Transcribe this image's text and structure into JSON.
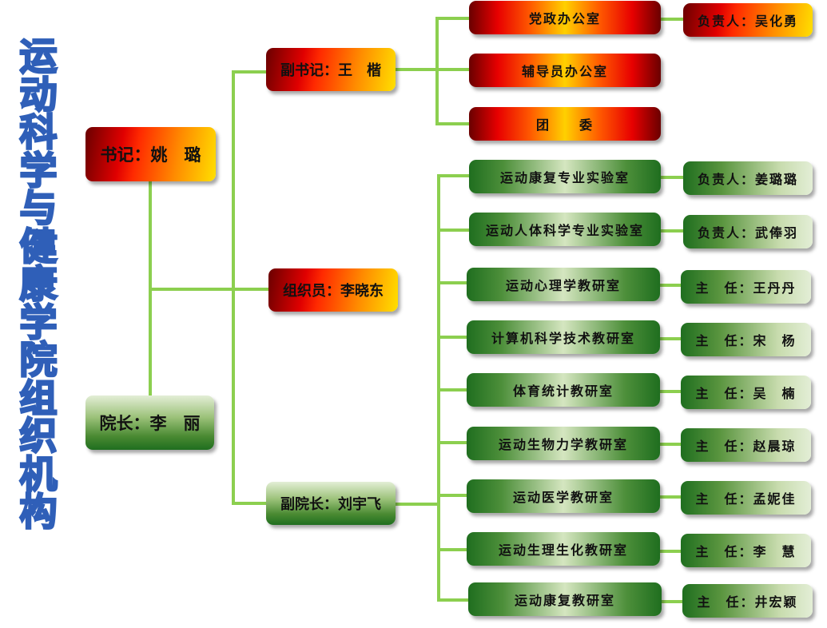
{
  "title": {
    "chars": [
      "运",
      "动",
      "科",
      "学",
      "与",
      "健",
      "康",
      "学",
      "院",
      "组",
      "织",
      "机",
      "构"
    ]
  },
  "leaders": {
    "secretary": "书记：姚　璐",
    "dean": "院长：李　丽"
  },
  "deputies": {
    "deputy_secretary": "副书记：王　楷",
    "organizer": "组织员：李晓东",
    "vice_dean": "副院长：刘宇飞"
  },
  "party_units": [
    {
      "name": "党政办公室",
      "head": "负责人：吴化勇"
    },
    {
      "name": "辅导员办公室",
      "head": null
    },
    {
      "name": "团　　委",
      "head": null
    }
  ],
  "academic_units": [
    {
      "name": "运动康复专业实验室",
      "head": "负责人：姜璐璐"
    },
    {
      "name": "运动人体科学专业实验室",
      "head": "负责人：武俸羽"
    },
    {
      "name": "运动心理学教研室",
      "head": "主　任：王丹丹"
    },
    {
      "name": "计算机科学技术教研室",
      "head": "主　任：宋　杨"
    },
    {
      "name": "体育统计教研室",
      "head": "主　任：吴　楠"
    },
    {
      "name": "运动生物力学教研室",
      "head": "主　任：赵晨琼"
    },
    {
      "name": "运动医学教研室",
      "head": "主　任：孟妮佳"
    },
    {
      "name": "运动生理生化教研室",
      "head": "主　任：李　慧"
    },
    {
      "name": "运动康复教研室",
      "head": "主　任：井宏颖"
    }
  ],
  "colors": {
    "connector": "#8ccf4f",
    "title_stroke": "#2f5fb8"
  }
}
